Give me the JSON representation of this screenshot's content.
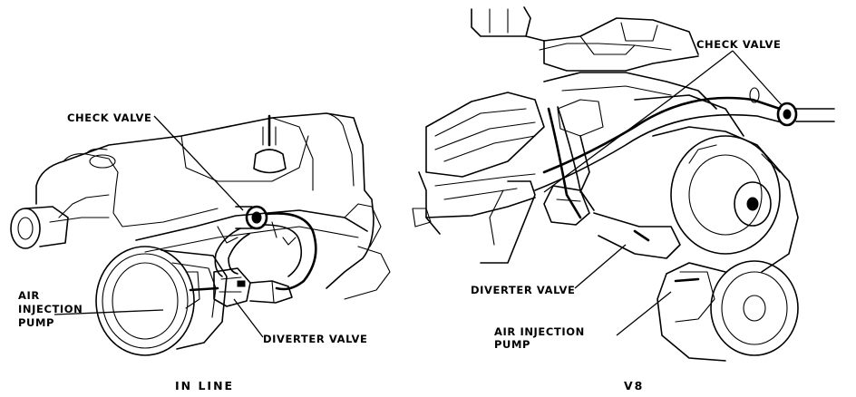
{
  "labels": {
    "inline_check_valve": "CHECK VALVE",
    "inline_air_1": "AIR",
    "inline_air_2": "INJECTION",
    "inline_air_3": "PUMP",
    "inline_diverter_valve": "DIVERTER VALVE",
    "v8_check_valve": "CHECK VALVE",
    "v8_diverter_valve": "DIVERTER VALVE",
    "v8_air_1": "AIR INJECTION",
    "v8_air_2": "PUMP"
  },
  "captions": {
    "inline": "IN LINE",
    "v8": "V8"
  }
}
